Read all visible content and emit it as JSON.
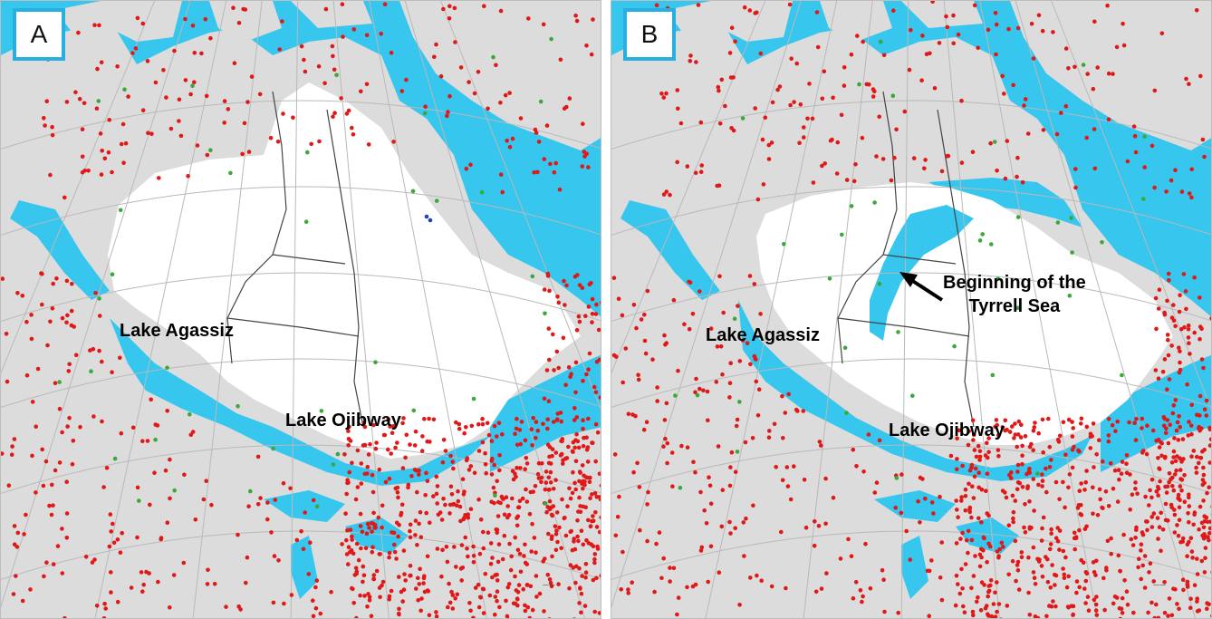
{
  "panels": [
    {
      "badge": "A",
      "labels": {
        "agassiz": "Lake Agassiz",
        "ojibway": "Lake Ojibway"
      }
    },
    {
      "badge": "B",
      "labels": {
        "agassiz": "Lake Agassiz",
        "ojibway": "Lake Ojibway",
        "tyrrell_line1": "Beginning of the",
        "tyrrell_line2": "Tyrrell Sea"
      }
    }
  ],
  "colors": {
    "ocean": "#36c6ee",
    "land": "#dcdcdc",
    "ice": "#ffffff",
    "site_red": "#e01818",
    "site_green": "#3aa83a",
    "site_blue": "#2040c0",
    "badge_border": "#29aee0"
  }
}
